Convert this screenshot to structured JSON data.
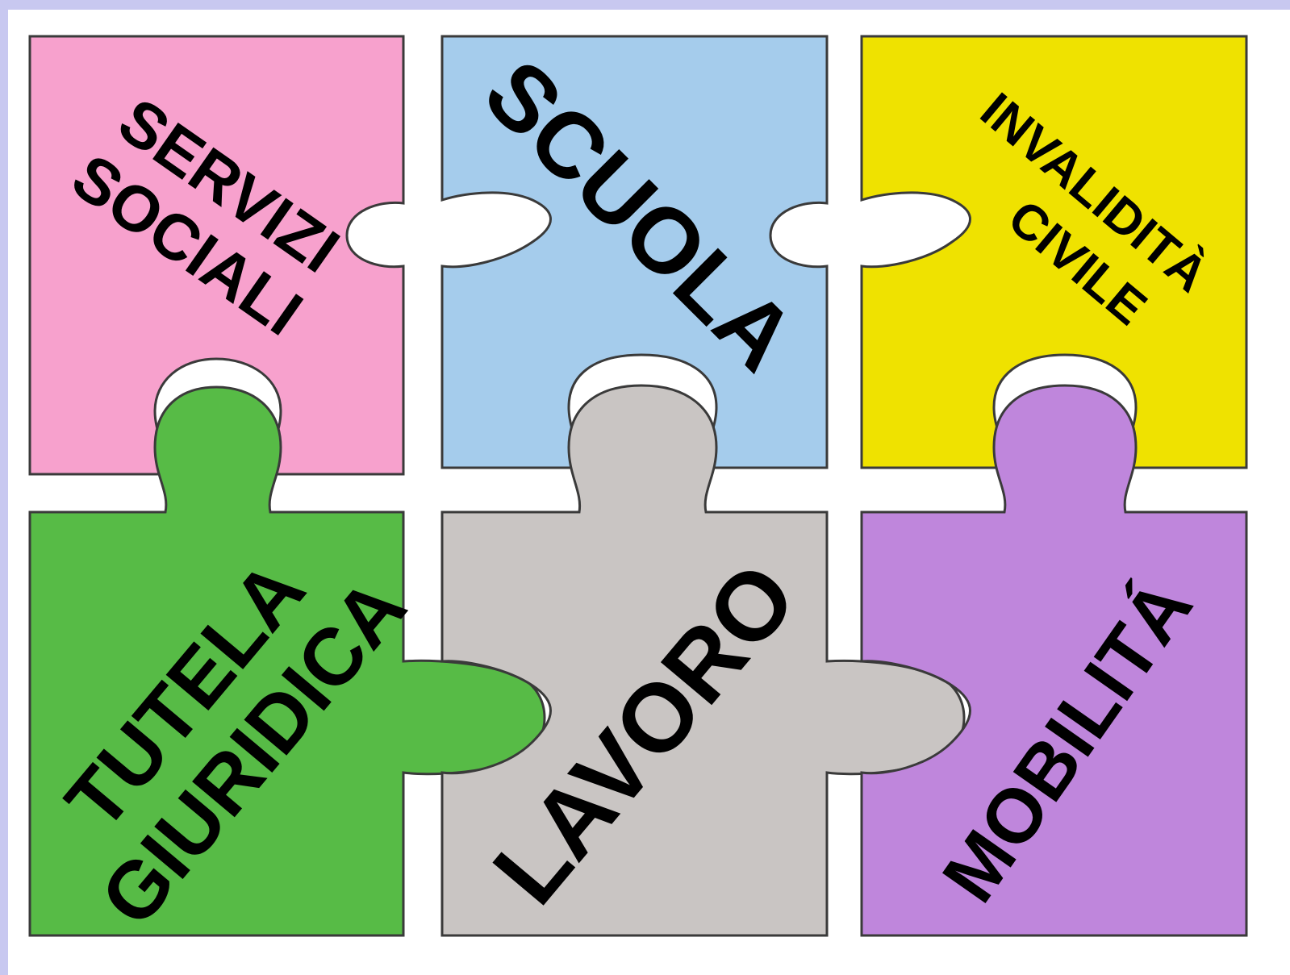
{
  "colors": {
    "frame": "#c8c8f0",
    "board": "#ffffff",
    "outline": "#3a3a3a"
  },
  "pieces": [
    {
      "id": "servizi-sociali",
      "lines": [
        "SERVIZI",
        "SOCIALI"
      ],
      "color": "#f7a1cd"
    },
    {
      "id": "scuola",
      "lines": [
        "SCUOLA"
      ],
      "color": "#a5ccec"
    },
    {
      "id": "invalidita-civile",
      "lines": [
        "INVALIDITÀ",
        "CIVILE"
      ],
      "color": "#efe200"
    },
    {
      "id": "tutela-giuridica",
      "lines": [
        "TUTELA",
        "GIURIDICA"
      ],
      "color": "#57bb46"
    },
    {
      "id": "lavoro",
      "lines": [
        "LAVORO"
      ],
      "color": "#c9c5c3"
    },
    {
      "id": "mobilita",
      "lines": [
        "MOBILITÁ"
      ],
      "color": "#bf86dc"
    }
  ]
}
